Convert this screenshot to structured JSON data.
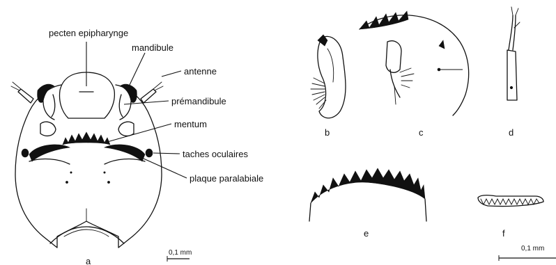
{
  "labels": {
    "pecten": "pecten epipharynge",
    "mandibule": "mandibule",
    "antenne": "antenne",
    "premandibule": "prémandibule",
    "mentum": "mentum",
    "taches": "taches oculaires",
    "plaque": "plaque paralabiale"
  },
  "panels": {
    "a": "a",
    "b": "b",
    "c": "c",
    "d": "d",
    "e": "e",
    "f": "f"
  },
  "scales": {
    "left": "0,1 mm",
    "right": "0,1 mm"
  }
}
